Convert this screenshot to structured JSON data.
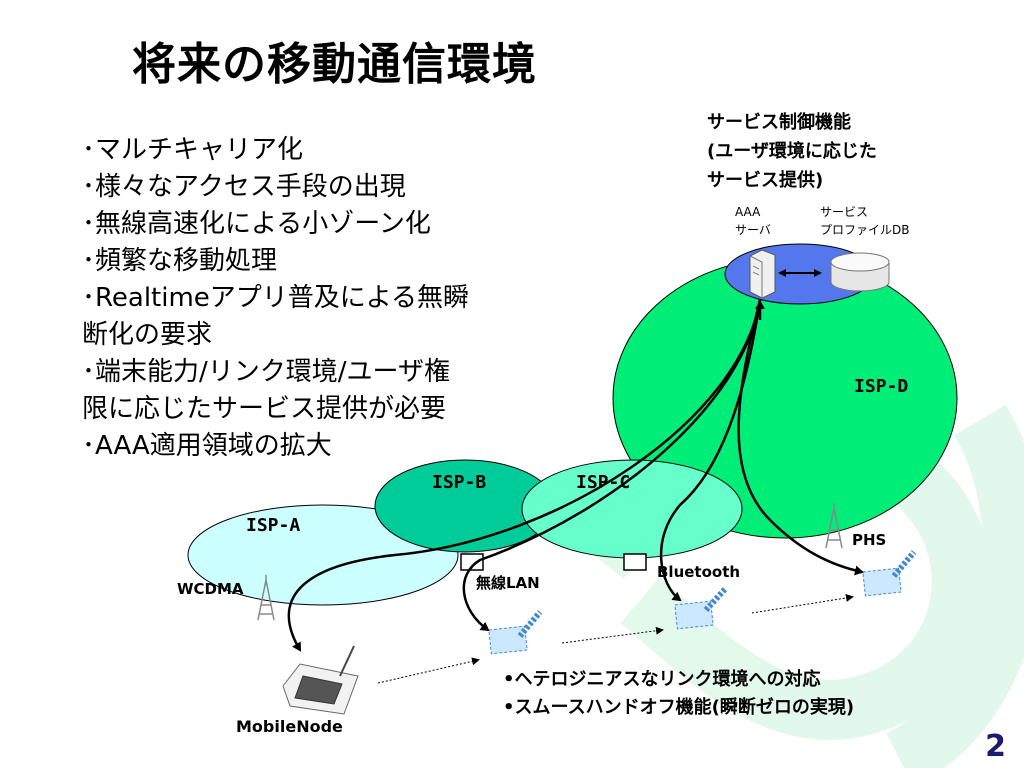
{
  "title": "将来の移動通信環境",
  "bullets": [
    "･マルチキャリア化",
    "･様々なアクセス手段の出現",
    "･無線高速化による小ゾーン化",
    "･頻繁な移動処理",
    "･Realtimeアプリ普及による無瞬",
    "断化の要求",
    "･端末能力/リンク環境/ユーザ権",
    "限に応じたサービス提供が必要",
    "･AAA適用領域の拡大"
  ],
  "service_box": {
    "line1": "サービス制御機能",
    "line2": "(ユーザ環境に応じた",
    "line3": "サービス提供)",
    "aaa_line1": "AAA",
    "aaa_line2": "サーバ",
    "profile_line1": "サービス",
    "profile_line2": "プロファイルDB"
  },
  "networks": {
    "isp_a": "ISP-A",
    "isp_b": "ISP-B",
    "isp_c": "ISP-C",
    "isp_d": "ISP-D"
  },
  "access_labels": {
    "wcdma": "WCDMA",
    "wlan": "無線LAN",
    "bluetooth": "Bluetooth",
    "phs": "PHS"
  },
  "node_label": "MobileNode",
  "footer_bullets": [
    "•ヘテロジニアスなリンク環境への対応",
    "•スムースハンドオフ機能(瞬断ゼロの実現)"
  ],
  "page_number": "2",
  "colors": {
    "isp_a": "#ccffff",
    "isp_b": "#00cc99",
    "isp_c": "#66ffcc",
    "isp_d": "#00ee77",
    "service": "#5577ee",
    "background_swirl": "#d8f8e8"
  }
}
